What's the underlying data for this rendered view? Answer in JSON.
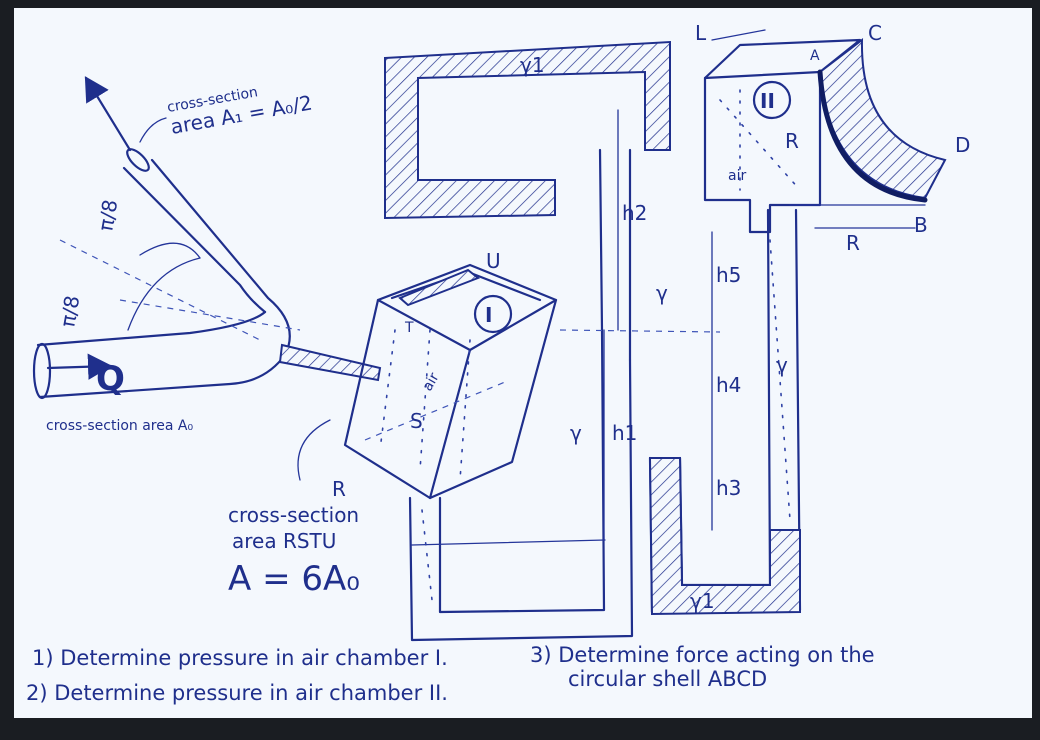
{
  "labels": {
    "q": "Q",
    "a0_caption": "cross-section area A₀",
    "a1_caption_line1": "cross-section",
    "a1_caption_line2": "area A₁ = A₀/2",
    "angle_upper": "π/8",
    "angle_lower": "π/8",
    "chamber_one": "I",
    "chamber_two": "II",
    "air_one": "air",
    "air_two": "air",
    "point_r": "R",
    "point_s": "S",
    "point_t": "T",
    "point_u": "U",
    "rstu_line1": "cross-section",
    "rstu_line2": "area RSTU",
    "rstu_eq": "A = 6A₀",
    "gamma1_top": "γ1",
    "gamma1_bottom": "γ1",
    "gamma": "γ",
    "h1": "h1",
    "h2": "h2",
    "h3": "h3",
    "h4": "h4",
    "h5": "h5",
    "point_l": "L",
    "point_a": "A",
    "point_b": "B",
    "point_c": "C",
    "point_d": "D",
    "shell_r": "R",
    "shell_r_inner": "R"
  },
  "tasks": {
    "t1": "1) Determine pressure in air chamber I.",
    "t2": "2) Determine pressure in air chamber II.",
    "t3_line1": "3) Determine force acting on the",
    "t3_line2": "circular shell ABCD"
  },
  "colors": {
    "ink": "#1f2f8c",
    "paper": "#f4f8fd",
    "background": "#1a1d22"
  }
}
